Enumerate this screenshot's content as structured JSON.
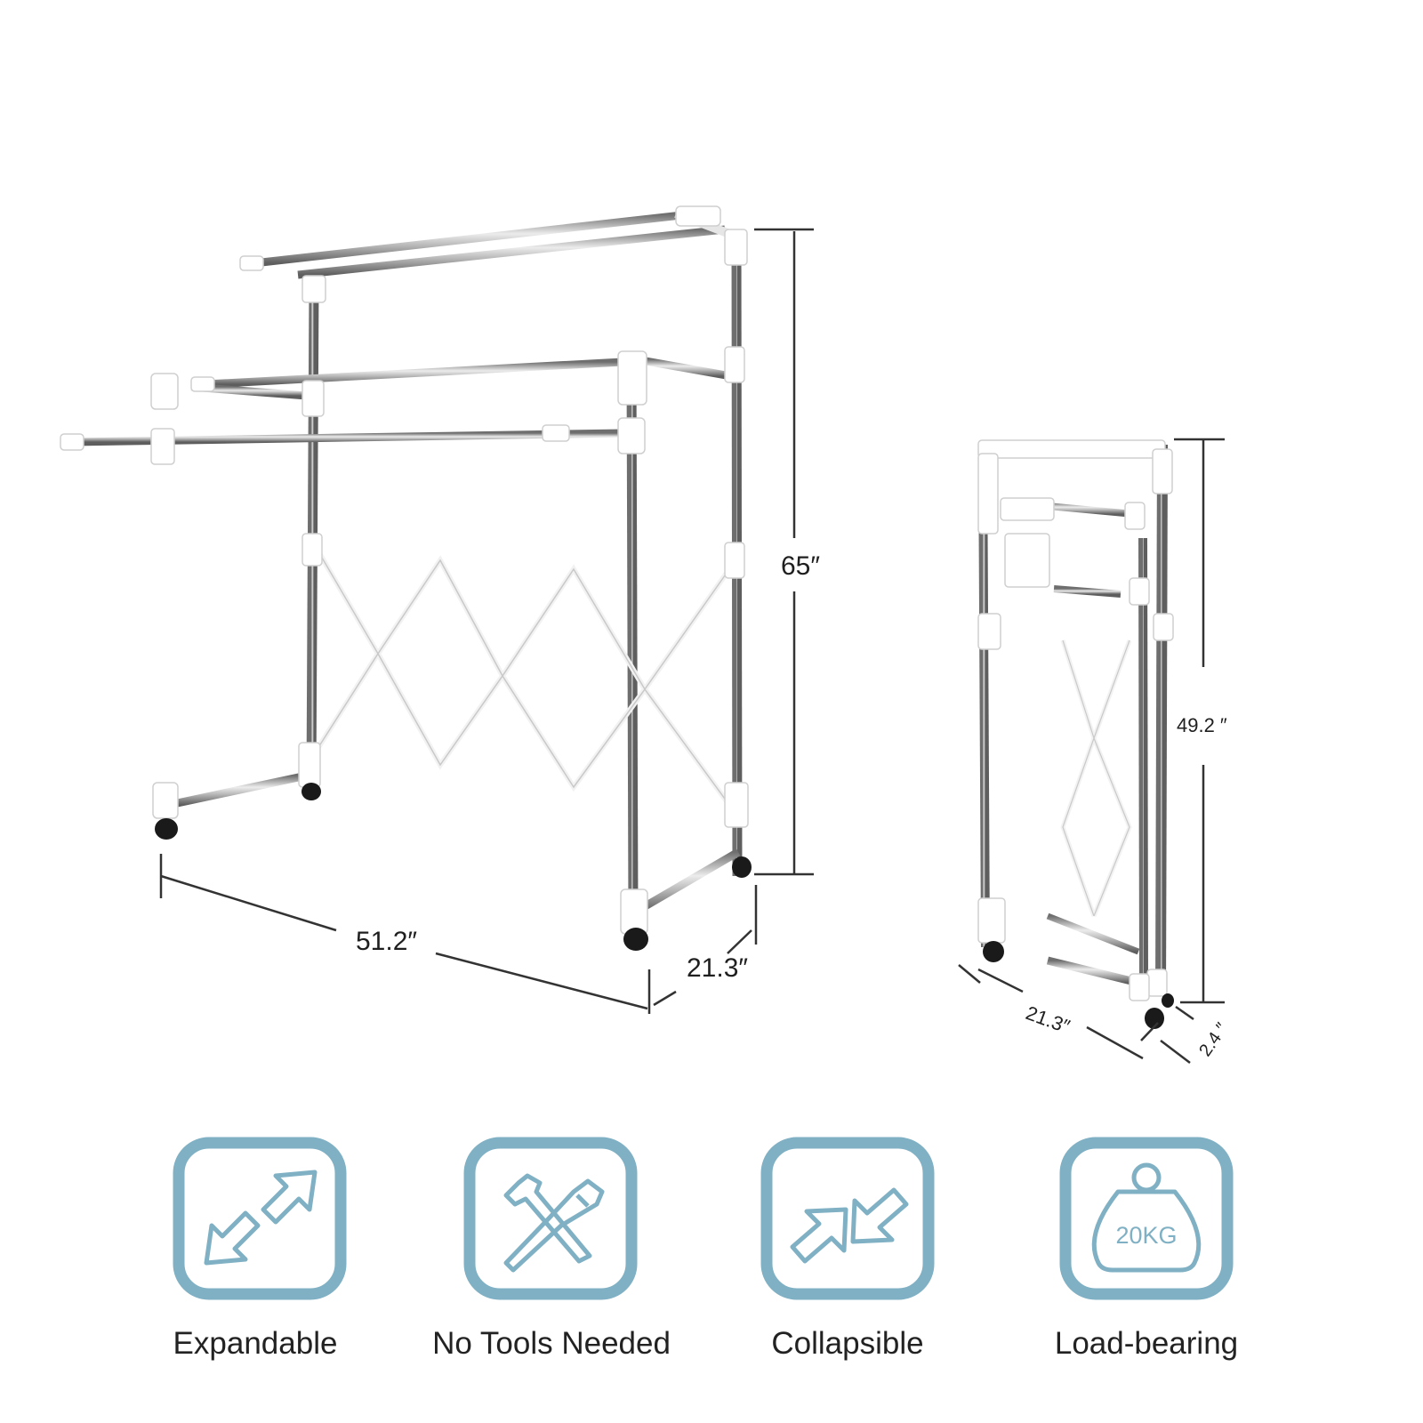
{
  "dimensions": {
    "expanded": {
      "height": "65″",
      "width": "51.2″",
      "depth": "21.3″"
    },
    "folded": {
      "height": "49.2 ″",
      "width": "21.3″",
      "depth": "2.4 ″"
    }
  },
  "features": [
    {
      "label": "Expandable",
      "icon": "expand-arrows-icon"
    },
    {
      "label": "No Tools Needed",
      "icon": "wrench-screwdriver-icon"
    },
    {
      "label": "Collapsible",
      "icon": "collapse-arrows-icon"
    },
    {
      "label": "Load-bearing",
      "icon": "weight-icon",
      "weight_text": "20KG"
    }
  ],
  "colors": {
    "icon_frame": "#7fb0c3",
    "icon_line": "#7fb0c3",
    "pole": "#a8a8a8",
    "fitting": "#ffffff",
    "wheel": "#1a1a1a"
  }
}
